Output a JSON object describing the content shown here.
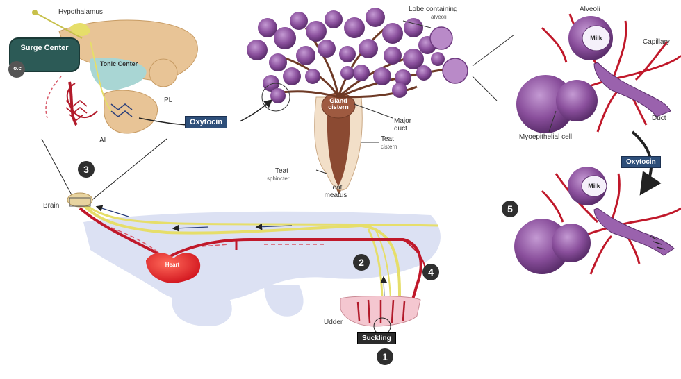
{
  "labels": {
    "hypothalamus": "Hypothalamus",
    "surge_center": "Surge Center",
    "tonic_center": "Tonic Center",
    "oc": "o.c",
    "pl": "PL",
    "al": "AL",
    "oxytocin": "Oxytocin",
    "lobe_containing": "Lobe containing",
    "alveoli": "alveoli",
    "gland_cistern": "Gland cistern",
    "major_duct": "Major duct",
    "teat_main": "Teat",
    "teat_cistern": "cistern",
    "teat_sphincter_main": "Teat",
    "teat_sphincter_sub": "sphincter",
    "teat_meatus": "Teat meatus",
    "alveoli_top": "Alveoli",
    "capillary": "Capillary",
    "milk_top": "Milk",
    "duct": "Duct",
    "myoepithelial_cell": "Myoepithelial cell",
    "oxytocin_right": "Oxytocin",
    "milk_bottom": "Milk",
    "brain": "Brain",
    "heart": "Heart",
    "udder": "Udder",
    "suckling": "Suckling"
  },
  "steps": [
    "1",
    "2",
    "3",
    "4",
    "5"
  ],
  "colors": {
    "artery": "#c0182a",
    "nerve": "#e6de6a",
    "alveolus_purple": "#8a4f9c",
    "tag_blue": "#2e4f7a",
    "heart_red": "#e8252a",
    "body_shadow": "#d9def2"
  }
}
